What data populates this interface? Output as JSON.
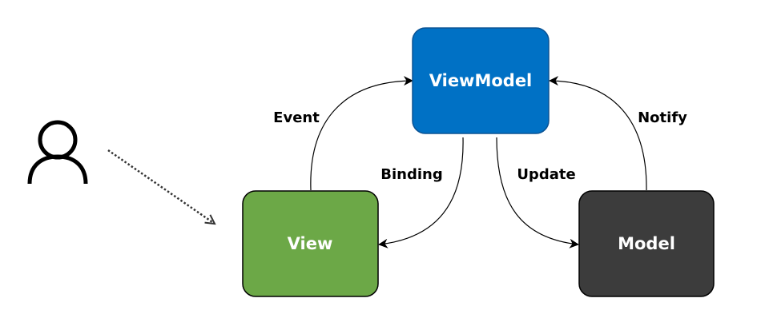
{
  "nodes": {
    "viewmodel": {
      "label": "ViewModel",
      "fill": "#0071c5",
      "stroke": "#0b5394"
    },
    "view": {
      "label": "View",
      "fill": "#6ca847",
      "stroke": "#000000"
    },
    "model": {
      "label": "Model",
      "fill": "#3c3c3c",
      "stroke": "#000000"
    }
  },
  "edges": {
    "event": "Event",
    "binding": "Binding",
    "update": "Update",
    "notify": "Notify"
  },
  "actor": {
    "icon": "user-icon"
  }
}
